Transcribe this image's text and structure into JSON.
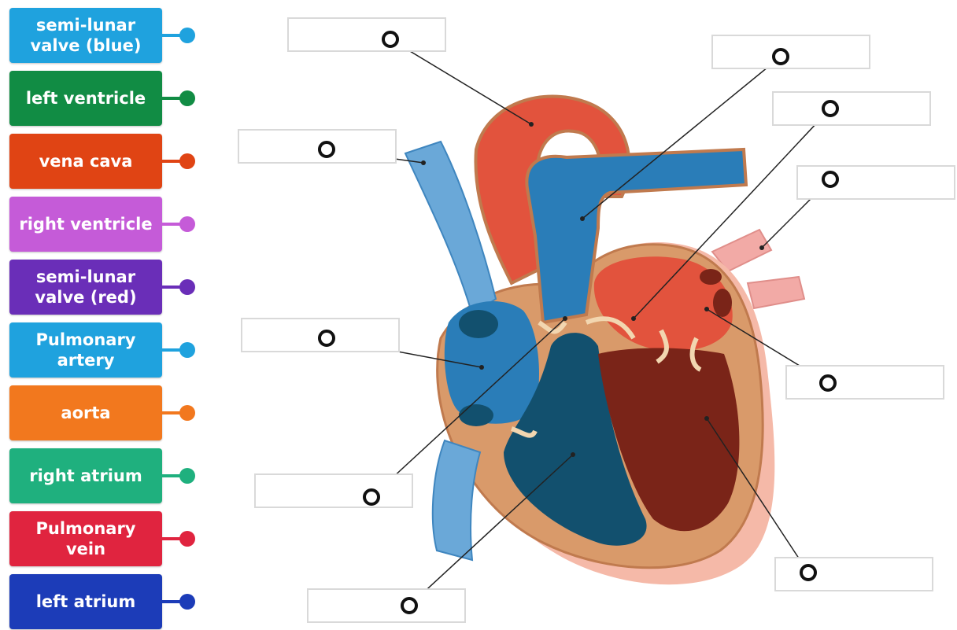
{
  "labels": [
    {
      "text": "semi-lunar valve (blue)",
      "color": "#1fa2de"
    },
    {
      "text": "left ventricle",
      "color": "#118c44"
    },
    {
      "text": "vena cava",
      "color": "#e04414"
    },
    {
      "text": "right ventricle",
      "color": "#c55bd8"
    },
    {
      "text": "semi-lunar valve (red)",
      "color": "#6a2eb8"
    },
    {
      "text": "Pulmonary artery",
      "color": "#1fa2de"
    },
    {
      "text": "aorta",
      "color": "#f2781e"
    },
    {
      "text": "right atrium",
      "color": "#1fb07e"
    },
    {
      "text": "Pulmonary vein",
      "color": "#e0243f"
    },
    {
      "text": "left atrium",
      "color": "#1c3cb8"
    }
  ],
  "drop_targets": [
    {
      "value": ""
    },
    {
      "value": ""
    },
    {
      "value": ""
    },
    {
      "value": ""
    },
    {
      "value": ""
    },
    {
      "value": ""
    },
    {
      "value": ""
    },
    {
      "value": ""
    },
    {
      "value": ""
    },
    {
      "value": ""
    }
  ],
  "colors": {
    "deoxygenated_blue": "#2a7db8",
    "light_blue_vessel": "#6aa8d8",
    "dark_blue_chamber": "#12506e",
    "oxygenated_red": "#e2533d",
    "dark_red_chamber": "#7a2418",
    "heart_wall": "#d99a6a",
    "pink_vessel": "#f2aaa6"
  }
}
